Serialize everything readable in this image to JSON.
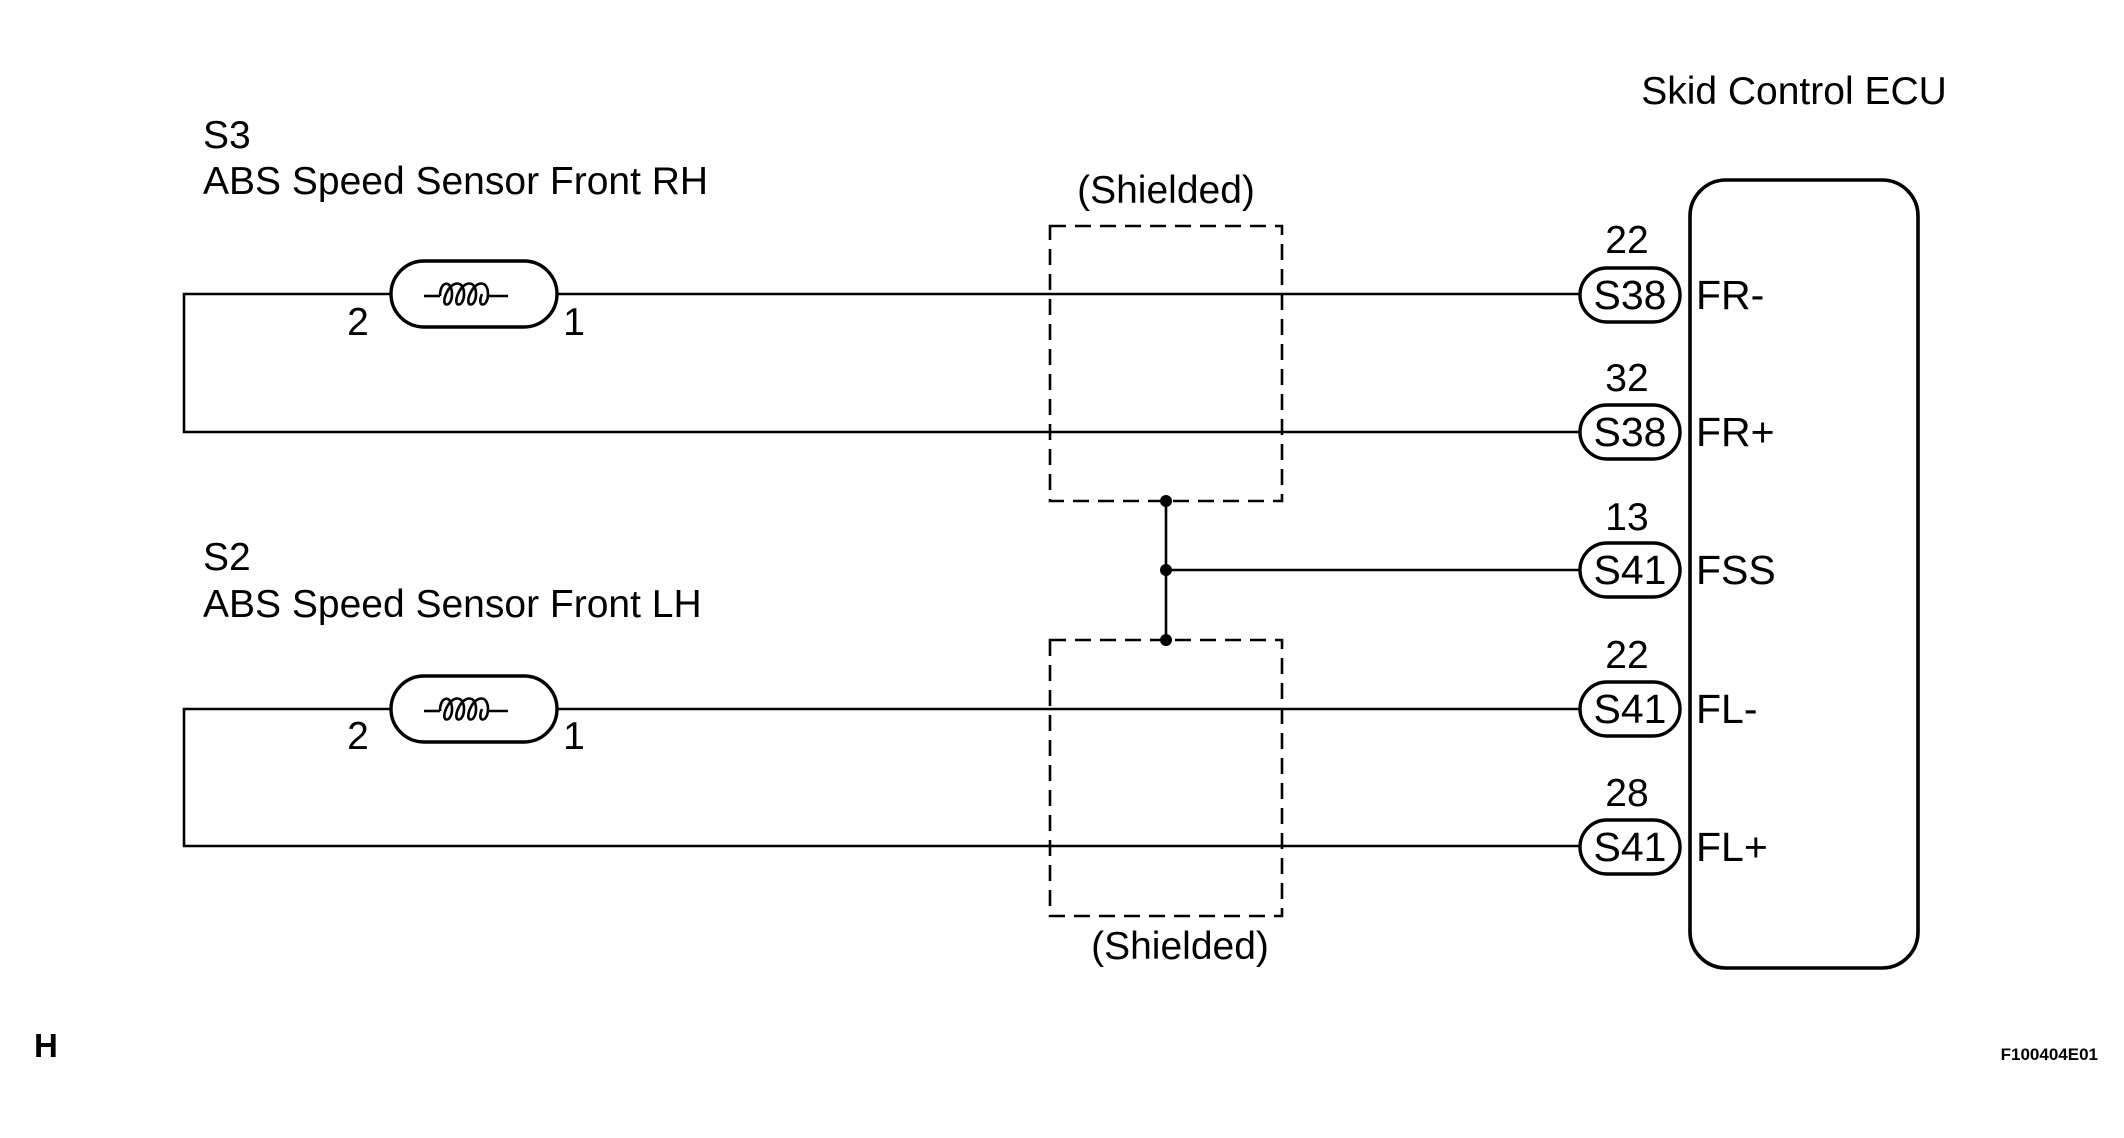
{
  "ecu": {
    "title": "Skid Control ECU"
  },
  "sensors": [
    {
      "code": "S3",
      "name": "ABS Speed Sensor Front RH",
      "pin_left": "2",
      "pin_right": "1"
    },
    {
      "code": "S2",
      "name": "ABS Speed Sensor Front LH",
      "pin_left": "2",
      "pin_right": "1"
    }
  ],
  "shield_labels": {
    "top": "(Shielded)",
    "bottom": "(Shielded)"
  },
  "terminals": [
    {
      "pin": "22",
      "connector": "S38",
      "signal": "FR-"
    },
    {
      "pin": "32",
      "connector": "S38",
      "signal": "FR+"
    },
    {
      "pin": "13",
      "connector": "S41",
      "signal": "FSS"
    },
    {
      "pin": "22",
      "connector": "S41",
      "signal": "FL-"
    },
    {
      "pin": "28",
      "connector": "S41",
      "signal": "FL+"
    }
  ],
  "footer": {
    "left_mark": "H",
    "figure_id": "F100404E01"
  }
}
